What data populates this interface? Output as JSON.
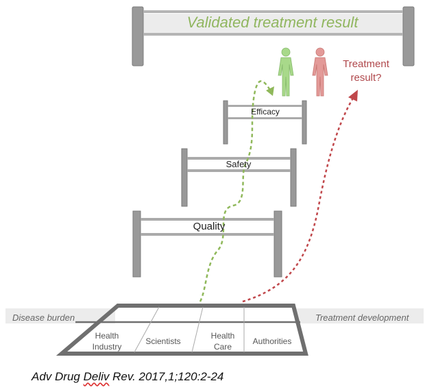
{
  "goal": {
    "title": "Validated treatment result"
  },
  "hurdles": {
    "efficacy": "Efficacy",
    "safety": "Safety",
    "quality": "Quality"
  },
  "treatment_result": {
    "line1": "Treatment",
    "line2": "result?"
  },
  "base": {
    "left_label": "Disease burden",
    "right_label": "Treatment development",
    "cells": [
      {
        "line1": "Health",
        "line2": "Industry"
      },
      {
        "line1": "Scientists",
        "line2": ""
      },
      {
        "line1": "Health",
        "line2": "Care"
      },
      {
        "line1": "Authorities",
        "line2": ""
      }
    ]
  },
  "citation": {
    "journal": "Adv Drug ",
    "deliv": "Deliv",
    "rest": " Rev. 2017,1;120:2-24"
  },
  "colors": {
    "bar": "#999999",
    "bar_dark": "#7a7a7a",
    "green": "#8fb85a",
    "red": "#c0474b",
    "figure_green": "#a8d98a",
    "figure_red": "#e39a98"
  }
}
